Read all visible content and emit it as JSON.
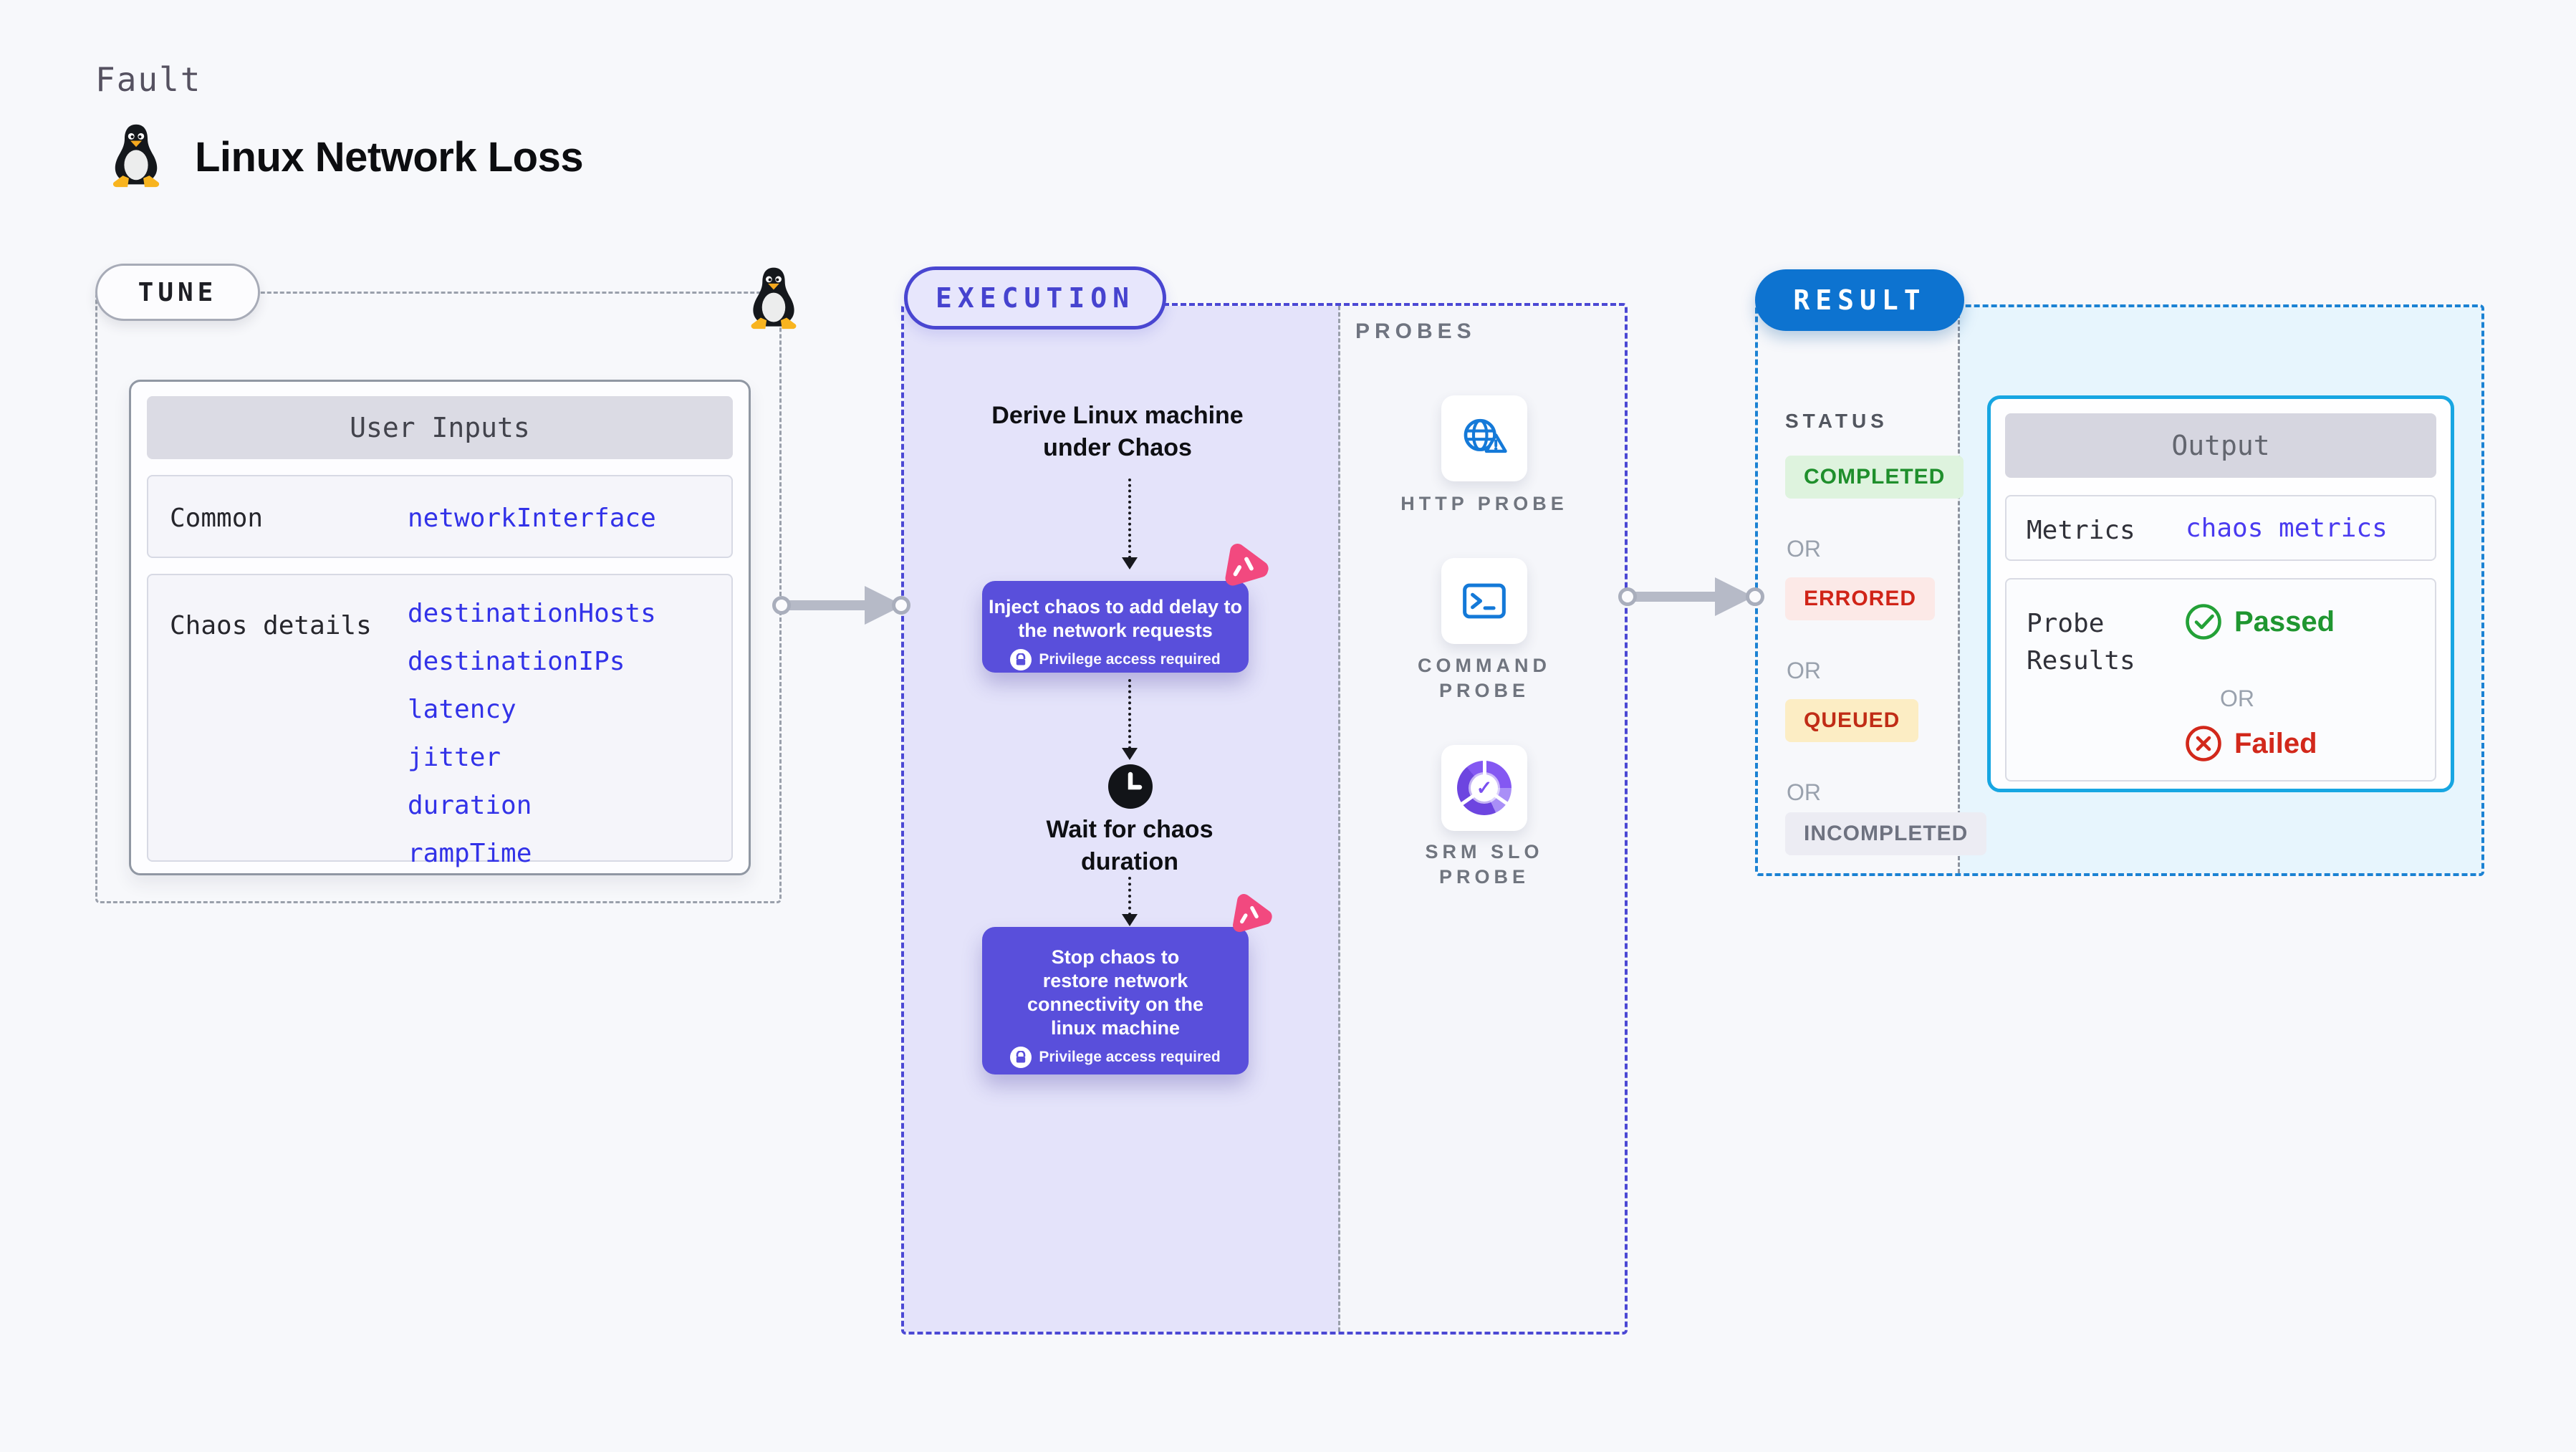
{
  "header": {
    "kicker": "Fault",
    "title": "Linux Network Loss"
  },
  "tune": {
    "label": "TUNE",
    "inputs": {
      "header": "User Inputs",
      "rows": [
        {
          "label": "Common",
          "values": [
            "networkInterface"
          ]
        },
        {
          "label": "Chaos details",
          "values": [
            "destinationHosts",
            "destinationIPs",
            "latency",
            "jitter",
            "duration",
            "rampTime"
          ]
        }
      ]
    }
  },
  "execution": {
    "label": "EXECUTION",
    "derive": {
      "line1": "Derive Linux machine",
      "line2": "under Chaos"
    },
    "inject": {
      "line1": "Inject chaos to add delay to",
      "line2": "the network requests",
      "privilege": "Privilege access required"
    },
    "wait": {
      "line1": "Wait for chaos",
      "line2": "duration"
    },
    "stop": {
      "line1": "Stop chaos to",
      "line2": "restore network",
      "line3": "connectivity on the",
      "line4": "linux machine",
      "privilege": "Privilege access required"
    }
  },
  "probes": {
    "label": "PROBES",
    "items": [
      {
        "icon": "globe-alert-icon",
        "line1": "HTTP PROBE",
        "line2": ""
      },
      {
        "icon": "terminal-icon",
        "line1": "COMMAND",
        "line2": "PROBE"
      },
      {
        "icon": "slo-donut-icon",
        "line1": "SRM SLO",
        "line2": "PROBE"
      }
    ]
  },
  "result": {
    "label": "RESULT",
    "status_heading": "STATUS",
    "or": "OR",
    "statuses": [
      {
        "text": "COMPLETED",
        "type": "success"
      },
      {
        "text": "ERRORED",
        "type": "error"
      },
      {
        "text": "QUEUED",
        "type": "queued"
      },
      {
        "text": "INCOMPLETED",
        "type": "muted"
      }
    ],
    "output": {
      "header": "Output",
      "metrics_label": "Metrics",
      "metrics_value": "chaos metrics",
      "probe_label_line1": "Probe",
      "probe_label_line2": "Results",
      "passed": "Passed",
      "or": "OR",
      "failed": "Failed"
    }
  },
  "colors": {
    "accent_indigo": "#4946d1",
    "chaos_box_purple": "#594fdb",
    "execution_bg_purple": "#e4e3fa",
    "result_blue": "#0d73d0",
    "output_border_cyan": "#17a6e2",
    "result_bg_blue": "#e7f5fd",
    "param_blue": "#3232e8",
    "metric_blue": "#4a3bf0",
    "success_green": "#1f8f2c",
    "error_red": "#d02418",
    "queued_bg_amber": "#fcedc4",
    "probe_icon_blue": "#1479d8",
    "chaos_logo_pink": "#f2497f"
  }
}
